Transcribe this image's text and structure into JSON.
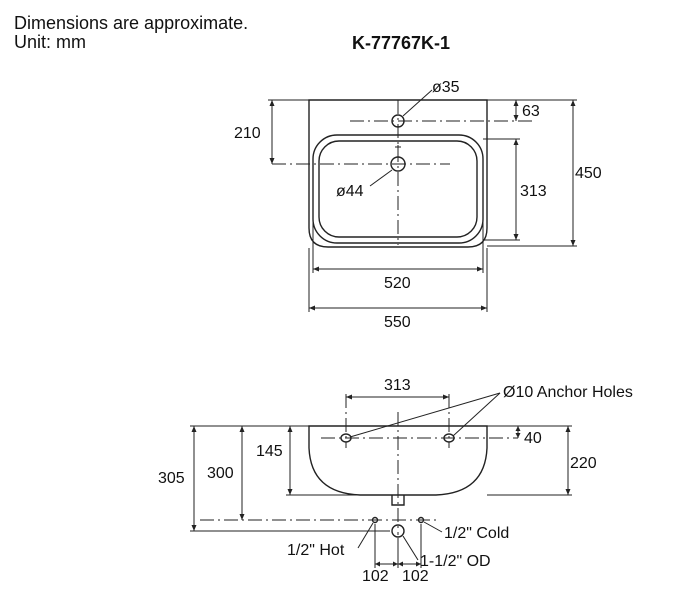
{
  "header": {
    "note_line1": "Dimensions are approximate.",
    "note_line2": "Unit: mm",
    "model": "K-77767K-1"
  },
  "top_view": {
    "tap_hole": "ø35",
    "overflow_hole": "ø44",
    "dim_63": "63",
    "dim_210": "210",
    "dim_313": "313",
    "dim_450": "450",
    "dim_520": "520",
    "dim_550": "550"
  },
  "front_view": {
    "dim_313": "313",
    "anchor_holes": "Ø10 Anchor Holes",
    "dim_40": "40",
    "dim_145": "145",
    "dim_220": "220",
    "dim_300": "300",
    "dim_305": "305",
    "cold": "1/2\" Cold",
    "hot": "1/2\" Hot",
    "drain": "1-1/2\" OD",
    "dim_102_left": "102",
    "dim_102_right": "102"
  }
}
